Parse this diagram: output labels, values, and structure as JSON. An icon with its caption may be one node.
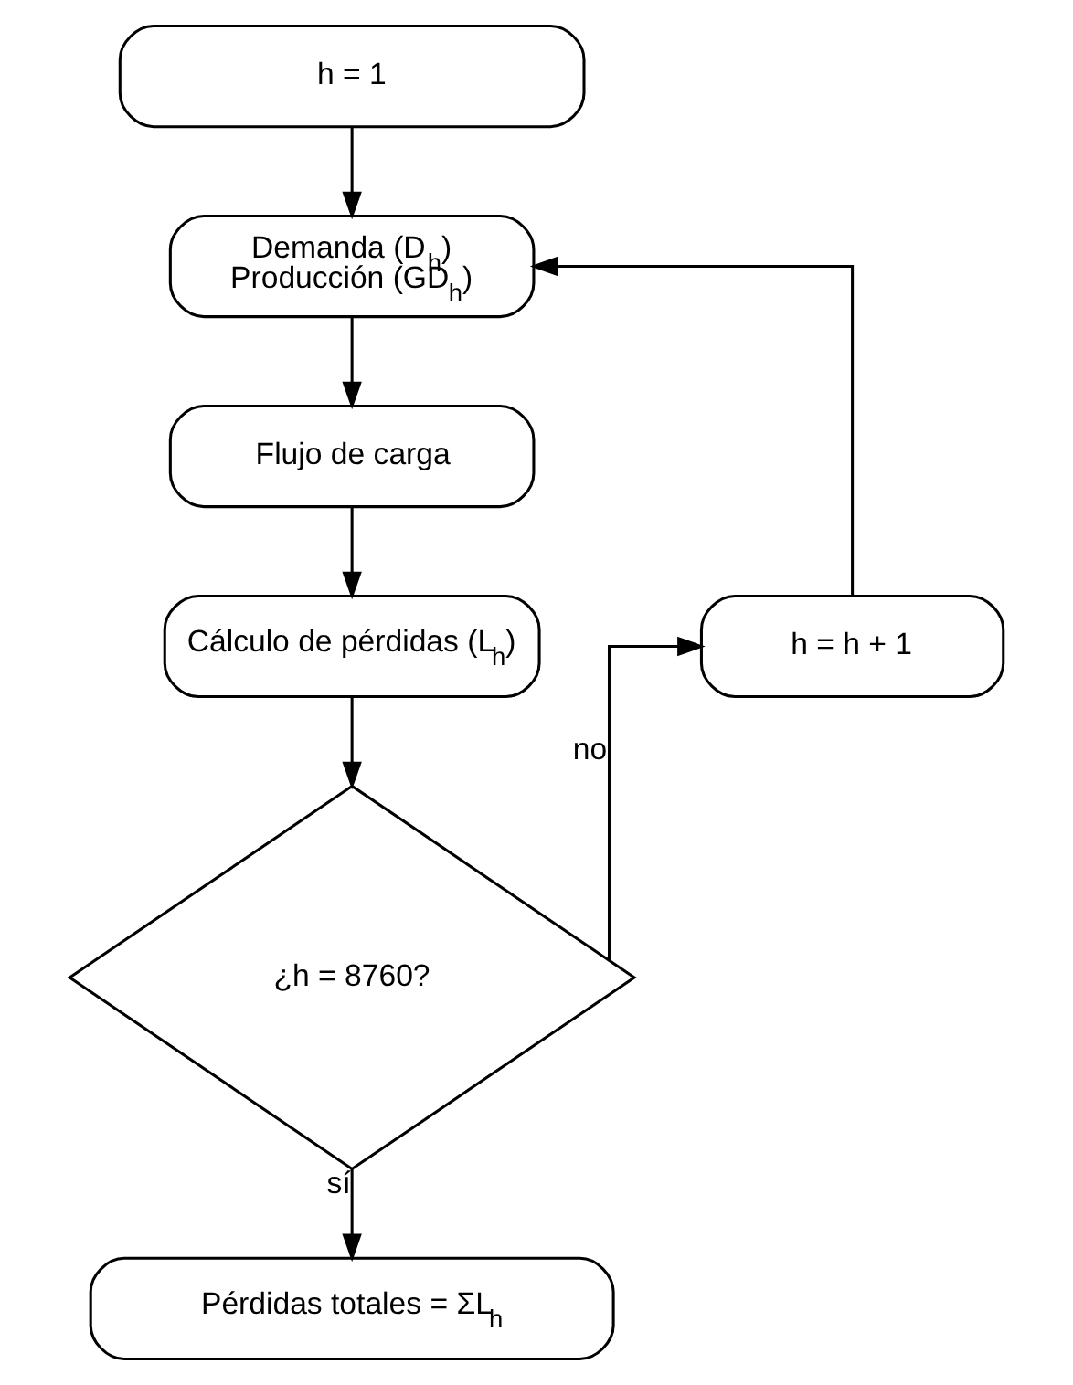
{
  "diagram": {
    "nodes": [
      {
        "text": [
          "h = 1"
        ]
      },
      {
        "text": [
          "Demanda (D$_{h}$)",
          "Producción (GD$_{h}$)"
        ]
      },
      {
        "text": [
          "Flujo de carga"
        ]
      },
      {
        "text": [
          "Cálculo de pérdidas (L$_{h}$)"
        ]
      },
      {
        "text": [
          "¿h = 8760?"
        ]
      },
      {
        "text": [
          "Pérdidas totales = ΣL$_{h}$"
        ]
      },
      {
        "text": [
          "h = h + 1"
        ]
      }
    ],
    "edges": [
      {
        "from": 0,
        "to": 1,
        "arrow": "to"
      },
      {
        "from": 1,
        "to": 2,
        "arrow": "to"
      },
      {
        "from": 2,
        "to": 3,
        "arrow": "to"
      },
      {
        "from": 3,
        "to": 4,
        "arrow": "to"
      },
      {
        "from": 4,
        "to": 6,
        "arrow": "to",
        "label": "no"
      },
      {
        "from": 6,
        "to": 1,
        "arrow": "to"
      },
      {
        "from": 4,
        "to": 5,
        "arrow": "to",
        "label": "sí"
      }
    ]
  }
}
